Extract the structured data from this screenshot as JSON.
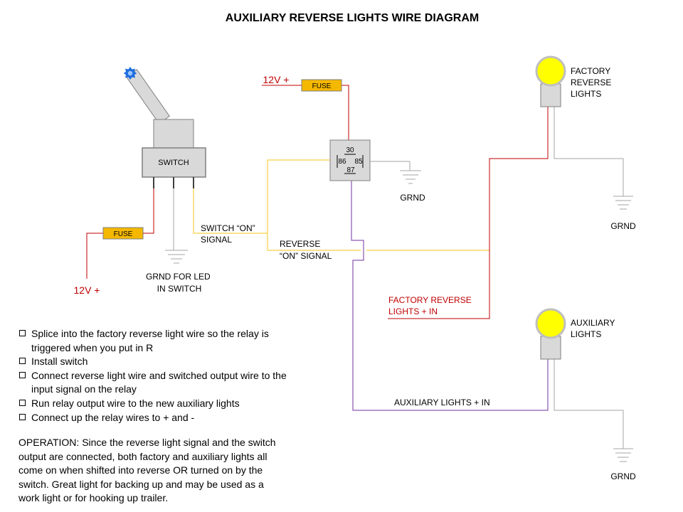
{
  "title": "AUXILIARY REVERSE LIGHTS WIRE DIAGRAM",
  "switch": {
    "label": "SWITCH"
  },
  "fuse_label": "FUSE",
  "supply_label": "12V +",
  "switch_ground_label": [
    "GRND FOR LED",
    "IN SWITCH"
  ],
  "switch_on_signal_label": [
    "SWITCH “ON”",
    "SIGNAL"
  ],
  "reverse_on_signal_label": [
    "REVERSE",
    "“ON”  SIGNAL"
  ],
  "relay": {
    "pin_30": "30",
    "pin_86": "86",
    "pin_85": "85",
    "pin_87": "87"
  },
  "ground_label": "GRND",
  "factory_lights_label": [
    "FACTORY",
    "REVERSE",
    "LIGHTS"
  ],
  "auxiliary_lights_label": [
    "AUXILIARY",
    "LIGHTS"
  ],
  "factory_input_label": [
    "FACTORY  REVERSE",
    "LIGHTS   + IN"
  ],
  "auxiliary_input_label": "AUXILIARY  LIGHTS  + IN",
  "steps": [
    [
      "Splice into the factory reverse light wire so the relay is",
      "triggered when you put in R"
    ],
    [
      "Install  switch"
    ],
    [
      "Connect reverse light wire and switched output wire to the",
      "input signal on the relay"
    ],
    [
      "Run relay output wire to the new auxiliary lights"
    ],
    [
      "Connect up the relay wires to + and -"
    ]
  ],
  "operation": [
    "OPERATION:   Since the reverse light signal and the switch",
    "output are connected, both factory and auxiliary lights all",
    "come on when shifted into reverse OR turned on by the",
    "switch. Great light for backing up and may be used as a",
    "work light or for hooking up trailer."
  ],
  "colors": {
    "power_wire": "#c00000",
    "signal_wire": "#f5c518",
    "relay_output_wire": "#7030a0",
    "ground_wire": "#a6a6a6",
    "fuse": "#f5b800",
    "bulb": "#ffff00",
    "red_text": "#c00000",
    "led": "#1f6fe0"
  }
}
